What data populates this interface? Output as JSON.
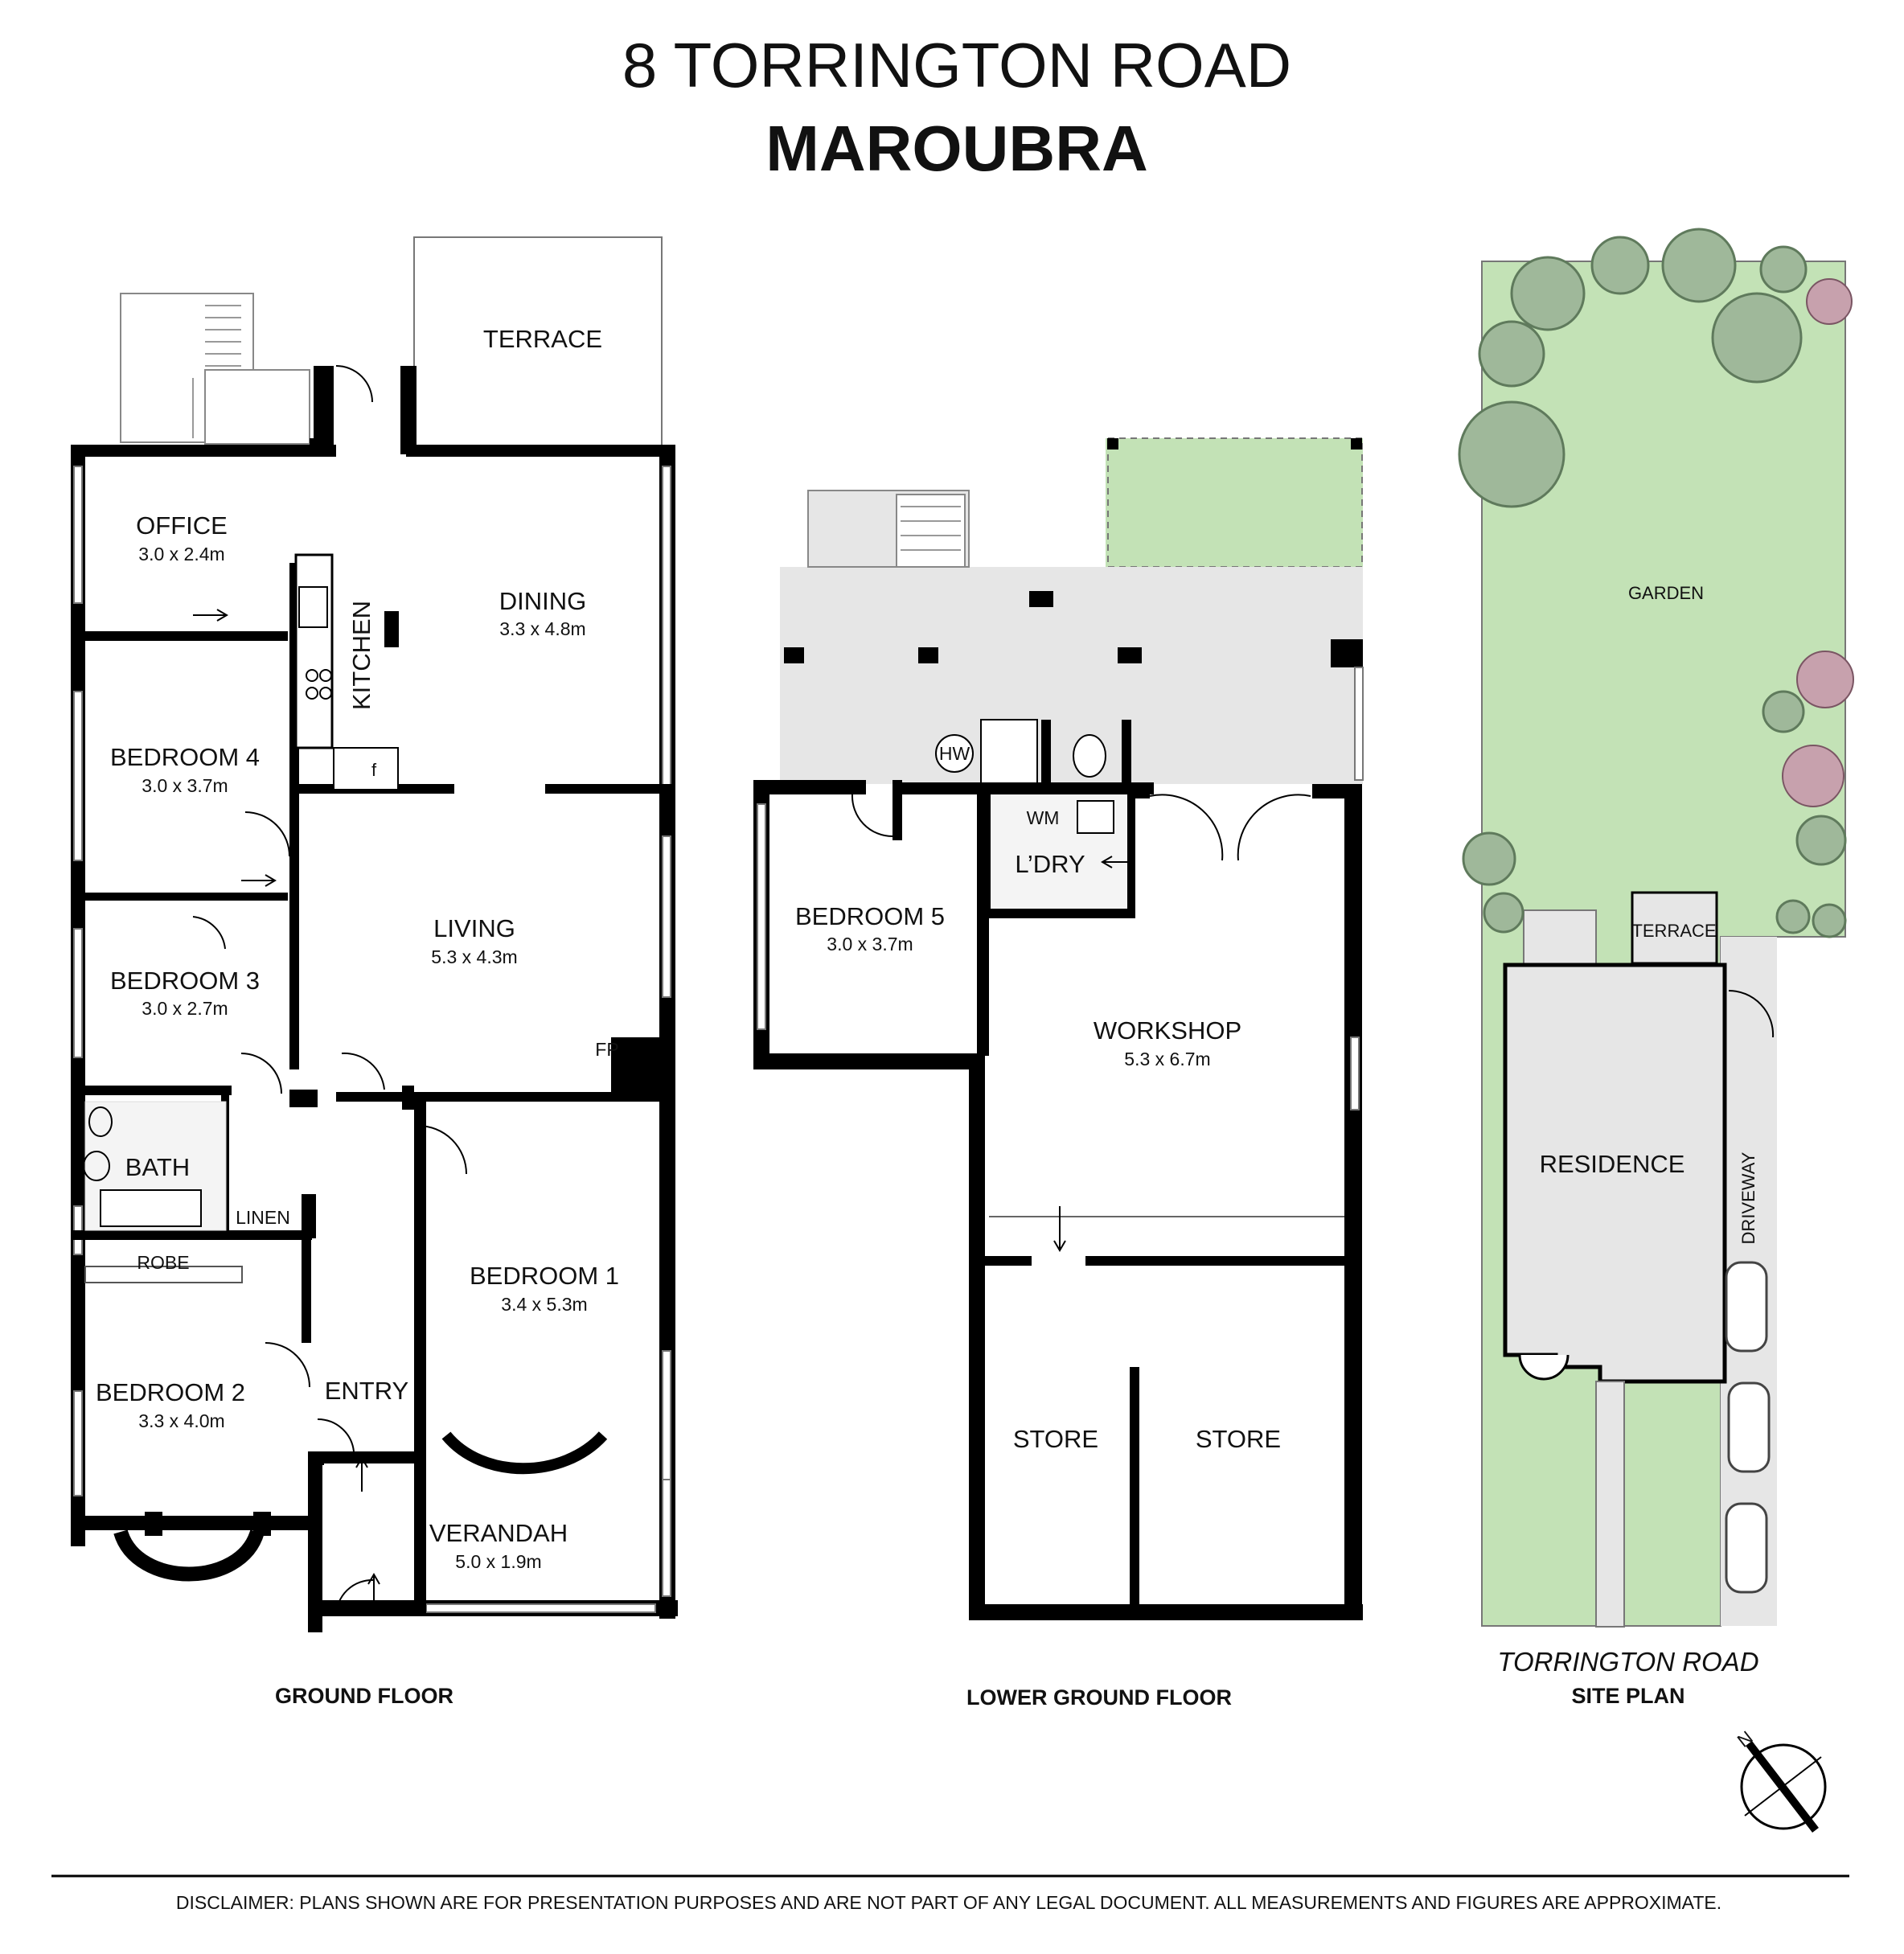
{
  "title": {
    "line1": "8 TORRINGTON ROAD",
    "line2": "MAROUBRA"
  },
  "ground_floor": {
    "label": "GROUND FLOOR",
    "rooms": [
      {
        "id": "terrace",
        "name": "TERRACE",
        "dims": ""
      },
      {
        "id": "office",
        "name": "OFFICE",
        "dims": "3.0 x 2.4m"
      },
      {
        "id": "kitchen",
        "name": "KITCHEN",
        "dims": ""
      },
      {
        "id": "dining",
        "name": "DINING",
        "dims": "3.3 x 4.8m"
      },
      {
        "id": "bedroom4",
        "name": "BEDROOM 4",
        "dims": "3.0 x 3.7m"
      },
      {
        "id": "living",
        "name": "LIVING",
        "dims": "5.3 x 4.3m"
      },
      {
        "id": "bedroom3",
        "name": "BEDROOM 3",
        "dims": "3.0 x 2.7m"
      },
      {
        "id": "fp",
        "name": "FP",
        "dims": ""
      },
      {
        "id": "bath",
        "name": "BATH",
        "dims": ""
      },
      {
        "id": "linen",
        "name": "LINEN",
        "dims": ""
      },
      {
        "id": "robe",
        "name": "ROBE",
        "dims": ""
      },
      {
        "id": "bedroom1",
        "name": "BEDROOM 1",
        "dims": "3.4 x 5.3m"
      },
      {
        "id": "bedroom2",
        "name": "BEDROOM 2",
        "dims": "3.3 x 4.0m"
      },
      {
        "id": "entry",
        "name": "ENTRY",
        "dims": ""
      },
      {
        "id": "verandah",
        "name": "VERANDAH",
        "dims": "5.0 x 1.9m"
      }
    ],
    "fridge_mark": "f"
  },
  "lower_ground_floor": {
    "label": "LOWER GROUND FLOOR",
    "rooms": [
      {
        "id": "hw",
        "name": "HW",
        "dims": ""
      },
      {
        "id": "wm",
        "name": "WM",
        "dims": ""
      },
      {
        "id": "laundry",
        "name": "L’DRY",
        "dims": ""
      },
      {
        "id": "bedroom5",
        "name": "BEDROOM 5",
        "dims": "3.0 x 3.7m"
      },
      {
        "id": "workshop",
        "name": "WORKSHOP",
        "dims": "5.3 x 6.7m"
      },
      {
        "id": "store1",
        "name": "STORE",
        "dims": ""
      },
      {
        "id": "store2",
        "name": "STORE",
        "dims": ""
      }
    ]
  },
  "site_plan": {
    "label": "SITE PLAN",
    "road": "TORRINGTON ROAD",
    "areas": {
      "garden": "GARDEN",
      "terrace": "TERRACE",
      "residence": "RESIDENCE",
      "driveway": "DRIVEWAY"
    },
    "north": "N"
  },
  "disclaimer": "DISCLAIMER:  PLANS SHOWN ARE FOR PRESENTATION PURPOSES AND ARE NOT PART OF ANY LEGAL DOCUMENT. ALL MEASUREMENTS AND FIGURES ARE APPROXIMATE.",
  "colors": {
    "garden": "#c3e2b6",
    "paving": "#e6e6e6",
    "wall": "#000000"
  }
}
